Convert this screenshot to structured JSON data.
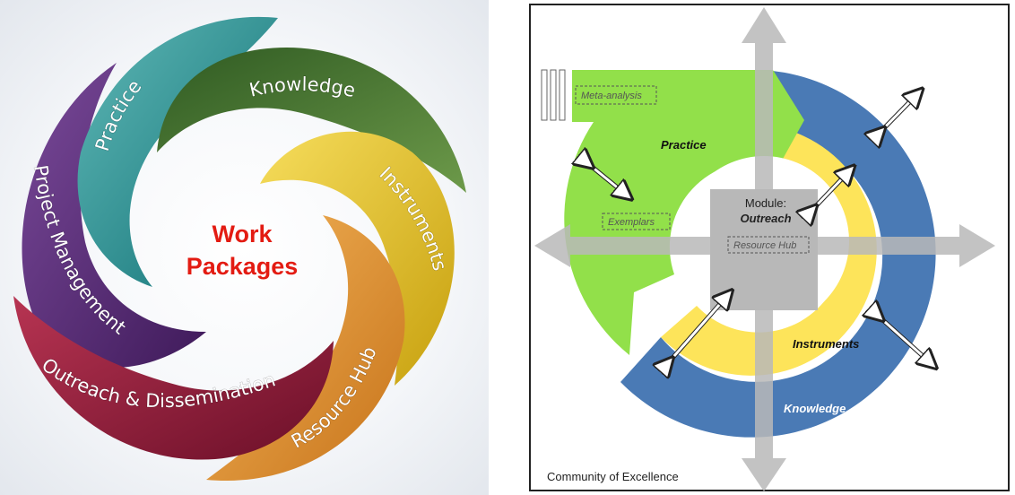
{
  "left": {
    "center_title_line1": "Work",
    "center_title_line2": "Packages",
    "petals": [
      {
        "label": "Practice",
        "color": "#1d8a8a"
      },
      {
        "label": "Knowledge",
        "color": "#3d6b2a"
      },
      {
        "label": "Instruments",
        "color": "#e7c01d"
      },
      {
        "label": "Resource Hub",
        "color": "#e8951f"
      },
      {
        "label": "Outreach & Dissemination",
        "color": "#8e1c3a"
      },
      {
        "label": "Project Management",
        "color": "#5b2a78"
      }
    ]
  },
  "right": {
    "meta_analysis": "Meta-analysis",
    "practice": "Practice",
    "exemplars": "Exemplars",
    "module_line1": "Module:",
    "module_line2": "Outreach",
    "resource_hub": "Resource Hub",
    "instruments": "Instruments",
    "knowledge": "Knowledge",
    "footer": "Community of Excellence",
    "colors": {
      "green": "#92e04a",
      "yellow": "#fde45a",
      "blue": "#4a7ab5",
      "gray": "#b8b8b8"
    }
  }
}
